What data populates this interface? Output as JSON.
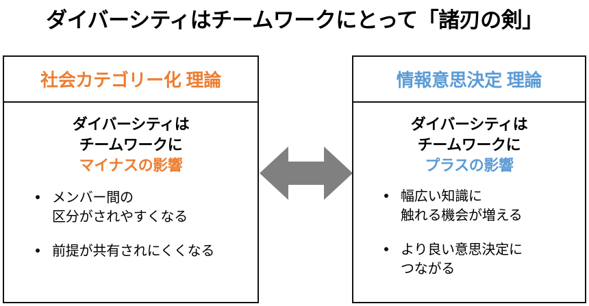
{
  "title": "ダイバーシティはチームワークにとって「諸刃の剣」",
  "colors": {
    "orange": "#ED7D31",
    "blue": "#5B9BD5",
    "arrow_gray": "#808080",
    "border": "#111111",
    "text": "#000000",
    "background": "#FFFFFF"
  },
  "left_panel": {
    "header": "社会カテゴリー化 理論",
    "header_color": "#ED7D31",
    "lead": {
      "line1": "ダイバーシティは",
      "line2": "チームワークに",
      "line3": "マイナスの影響",
      "line3_color": "#ED7D31"
    },
    "bullets": [
      {
        "line1": "メンバー間の",
        "line2": "区分がされやすくなる"
      },
      {
        "line1": "前提が共有されにくくなる",
        "line2": ""
      }
    ]
  },
  "right_panel": {
    "header": "情報意思決定 理論",
    "header_color": "#5B9BD5",
    "lead": {
      "line1": "ダイバーシティは",
      "line2": "チームワークに",
      "line3": "プラスの影響",
      "line3_color": "#5B9BD5"
    },
    "bullets": [
      {
        "line1": "幅広い知識に",
        "line2": "触れる機会が増える"
      },
      {
        "line1": "より良い意思決定に",
        "line2": "つながる"
      }
    ]
  },
  "center": {
    "icon": "double-headed-horizontal-arrow",
    "color": "#808080"
  }
}
